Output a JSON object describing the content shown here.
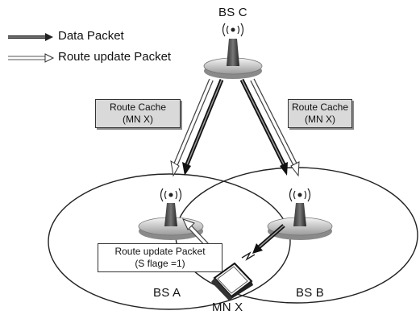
{
  "legend": {
    "data_packet": "Data Packet",
    "route_update_packet": "Route update Packet"
  },
  "nodes": {
    "bs_c": "BS C",
    "bs_a": "BS A",
    "bs_b": "BS B",
    "mn_x": "MN X"
  },
  "route_cache_left": {
    "line1": "Route Cache",
    "line2": "(MN X)"
  },
  "route_cache_right": {
    "line1": "Route Cache",
    "line2": "(MN X)"
  },
  "route_update_box": {
    "line1": "Route update Packet",
    "line2": "(S flage =1)"
  }
}
